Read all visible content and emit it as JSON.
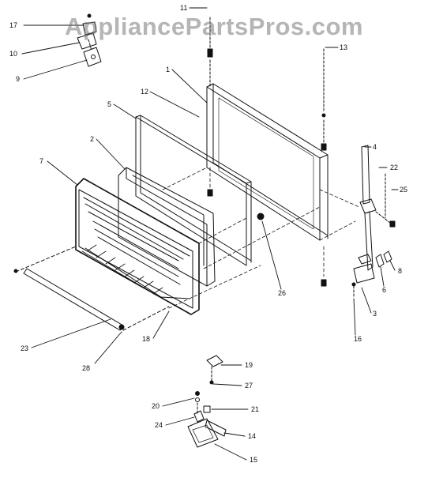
{
  "watermark": "AppliancePartsPros.com",
  "colors": {
    "ink": "#111111",
    "watermark": "#7a7a7a",
    "background": "#ffffff"
  },
  "callouts": [
    {
      "key": "c17",
      "label": "17"
    },
    {
      "key": "c10",
      "label": "10"
    },
    {
      "key": "c9",
      "label": "9"
    },
    {
      "key": "c11",
      "label": "11"
    },
    {
      "key": "c13",
      "label": "13"
    },
    {
      "key": "c1",
      "label": "1"
    },
    {
      "key": "c12",
      "label": "12"
    },
    {
      "key": "c5",
      "label": "5"
    },
    {
      "key": "c2",
      "label": "2"
    },
    {
      "key": "c7",
      "label": "7"
    },
    {
      "key": "c4",
      "label": "4"
    },
    {
      "key": "c22",
      "label": "22"
    },
    {
      "key": "c25",
      "label": "25"
    },
    {
      "key": "c8",
      "label": "8"
    },
    {
      "key": "c6",
      "label": "6"
    },
    {
      "key": "c3",
      "label": "3"
    },
    {
      "key": "c16",
      "label": "16"
    },
    {
      "key": "c26",
      "label": "26"
    },
    {
      "key": "c18",
      "label": "18"
    },
    {
      "key": "c23",
      "label": "23"
    },
    {
      "key": "c28",
      "label": "28"
    },
    {
      "key": "c19",
      "label": "19"
    },
    {
      "key": "c27",
      "label": "27"
    },
    {
      "key": "c20",
      "label": "20"
    },
    {
      "key": "c21",
      "label": "21"
    },
    {
      "key": "c24",
      "label": "24"
    },
    {
      "key": "c14",
      "label": "14"
    },
    {
      "key": "c15",
      "label": "15"
    }
  ]
}
